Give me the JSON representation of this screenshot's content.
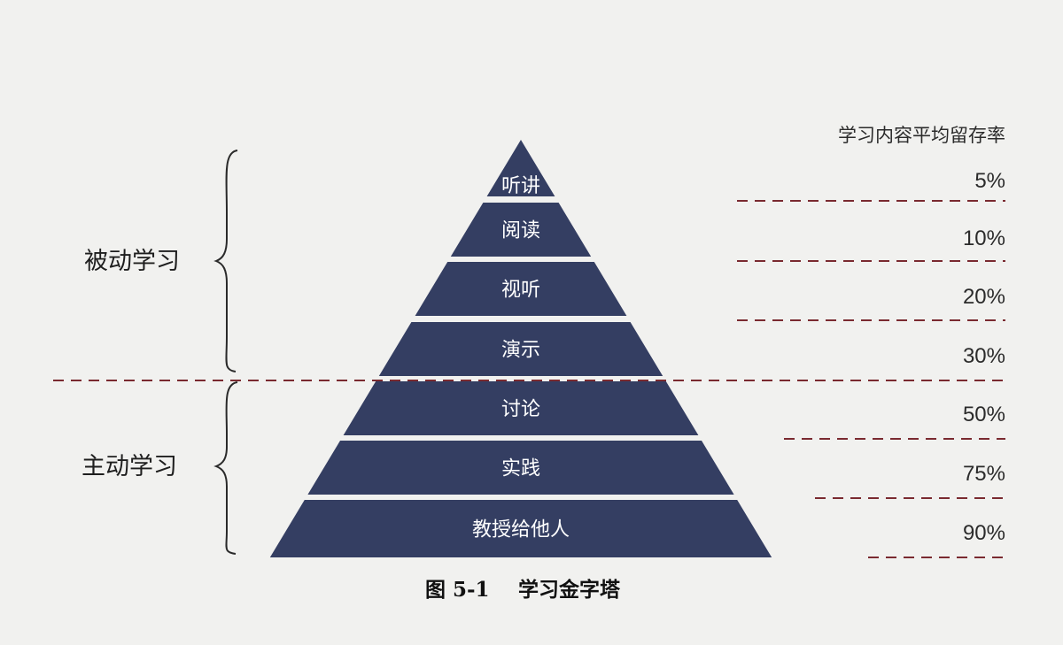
{
  "title": "学习金字塔",
  "caption": {
    "number": "图 5-1",
    "text": "学习金字塔"
  },
  "retention_header": "学习内容平均留存率",
  "groups": [
    {
      "label": "被动学习"
    },
    {
      "label": "主动学习"
    }
  ],
  "layers": [
    {
      "label": "听讲",
      "retention": "5%"
    },
    {
      "label": "阅读",
      "retention": "10%"
    },
    {
      "label": "视听",
      "retention": "20%"
    },
    {
      "label": "演示",
      "retention": "30%"
    },
    {
      "label": "讨论",
      "retention": "50%"
    },
    {
      "label": "实践",
      "retention": "75%"
    },
    {
      "label": "教授给他人",
      "retention": "90%"
    }
  ],
  "colors": {
    "pyramid": "#343e62",
    "dash": "#7a2a30",
    "background": "#f1f1ef"
  }
}
